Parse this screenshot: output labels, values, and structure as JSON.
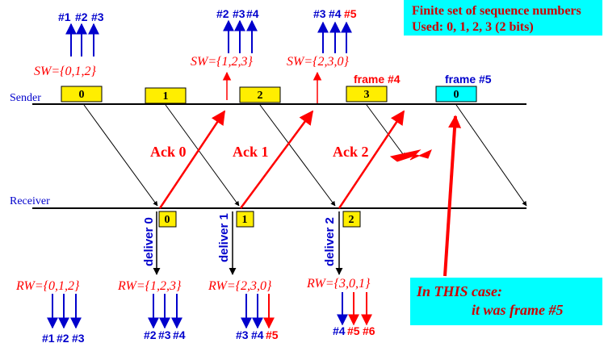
{
  "colors": {
    "blue": "#0000cc",
    "red": "#ff0000",
    "frame_fill": "#ffee00",
    "highlight_fill": "#00ffff"
  },
  "info_box": {
    "line1": "Finite set of sequence numbers",
    "line2": "Used: 0, 1, 2, 3 (2 bits)"
  },
  "case_box": {
    "line1": "In THIS case:",
    "line2": "it was frame #5"
  },
  "sender_label": "Sender",
  "receiver_label": "Receiver",
  "sender_windows": [
    {
      "label": "SW={0,1,2}",
      "nums": [
        "#1",
        "#2",
        "#3"
      ]
    },
    {
      "label": "SW={1,2,3}",
      "nums": [
        "#2",
        "#3",
        "#4"
      ]
    },
    {
      "label": "SW={2,3,0}",
      "nums": [
        "#3",
        "#4",
        "#5"
      ]
    }
  ],
  "frames": [
    {
      "seq": "0",
      "note": ""
    },
    {
      "seq": "1",
      "note": ""
    },
    {
      "seq": "2",
      "note": ""
    },
    {
      "seq": "3",
      "note": "frame #4"
    },
    {
      "seq": "0",
      "note": "frame #5"
    }
  ],
  "acks": [
    "Ack 0",
    "Ack 1",
    "Ack 2"
  ],
  "receiver_frames": [
    "0",
    "1",
    "2"
  ],
  "delivers": [
    "deliver 0",
    "deliver 1",
    "deliver 2"
  ],
  "receiver_windows": [
    {
      "label": "RW={0,1,2}",
      "nums": [
        "#1",
        "#2",
        "#3"
      ]
    },
    {
      "label": "RW={1,2,3}",
      "nums": [
        "#2",
        "#3",
        "#4"
      ]
    },
    {
      "label": "RW={2,3,0}",
      "nums": [
        "#3",
        "#4",
        "#5"
      ]
    },
    {
      "label": "RW={3,0,1}",
      "nums": [
        "#4",
        "#5",
        "#6"
      ]
    }
  ]
}
